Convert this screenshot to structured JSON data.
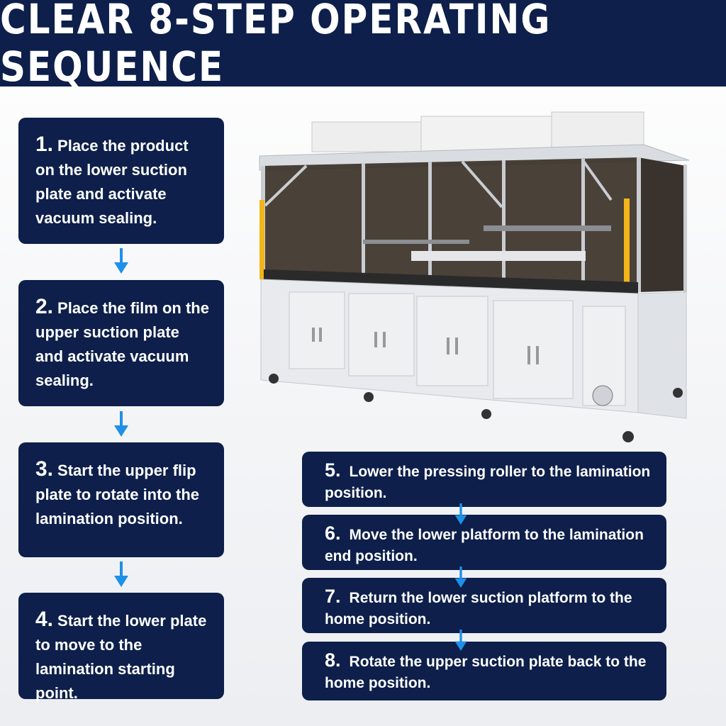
{
  "header": {
    "title": "CLEAR 8-STEP OPERATING SEQUENCE"
  },
  "steps": [
    {
      "number": "1.",
      "text": "Place the product on the lower suction plate and activate vacuum sealing."
    },
    {
      "number": "2.",
      "text": "Place the film on the upper suction plate and activate vacuum sealing."
    },
    {
      "number": "3.",
      "text": "Start the upper flip plate to rotate into the lamination position."
    },
    {
      "number": "4.",
      "text": "Start the lower plate to move to the lamination starting point."
    },
    {
      "number": "5.",
      "text": "Lower the pressing roller to the lamination position."
    },
    {
      "number": "6.",
      "text": "Move the lower platform to the lamination end position."
    },
    {
      "number": "7.",
      "text": "Return the lower suction platform to the home position."
    },
    {
      "number": "8.",
      "text": "Rotate the upper suction plate back to the home position."
    }
  ],
  "colors": {
    "panel": "#0d1f4a",
    "arrow": "#1e90e8",
    "header": "#0d1f4a"
  },
  "icons": {
    "flow_arrow": "down-arrow-icon",
    "machine": "lamination-machine-illustration"
  }
}
